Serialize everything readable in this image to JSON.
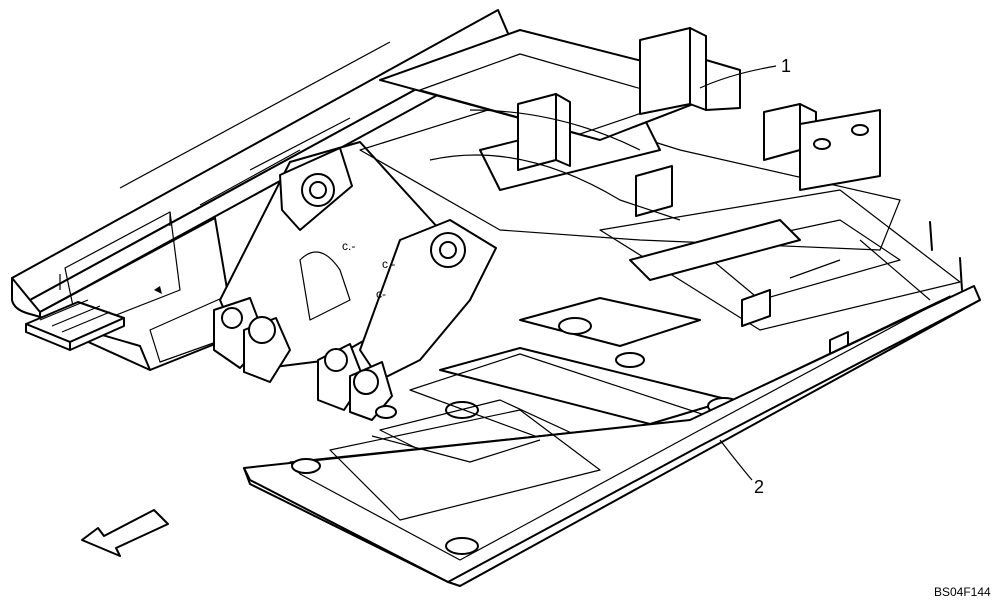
{
  "figure_code": "BS04F144",
  "callouts": [
    {
      "label": "1"
    },
    {
      "label": "2"
    }
  ],
  "direction_arrow": {
    "icon": "front-direction-arrow-icon"
  }
}
